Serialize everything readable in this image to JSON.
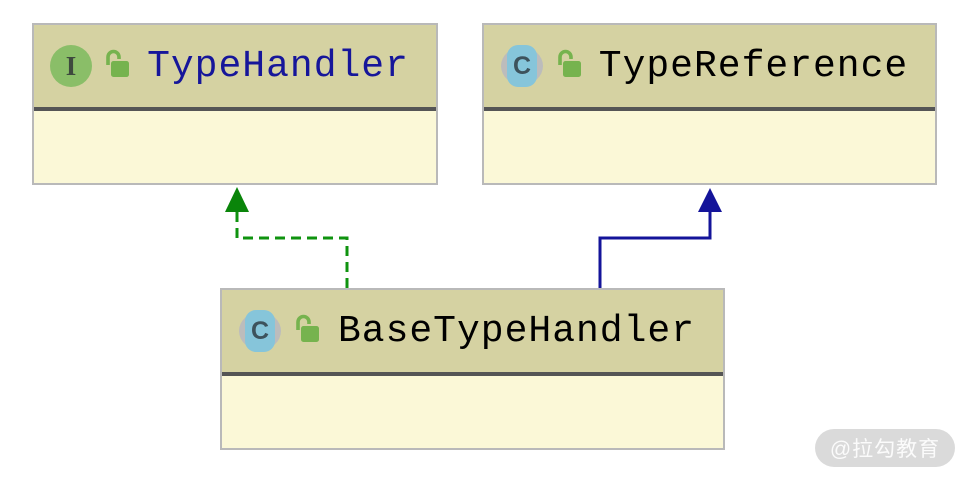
{
  "diagram": {
    "kind": "uml-class-diagram",
    "nodes": [
      {
        "name": "TypeHandler",
        "type": "interface",
        "icon_letter": "I",
        "visibility": "public-unlocked",
        "name_color": "#16169a"
      },
      {
        "name": "TypeReference",
        "type": "class",
        "icon_letter": "C",
        "visibility": "public-unlocked",
        "name_color": "#000000"
      },
      {
        "name": "BaseTypeHandler",
        "type": "class",
        "icon_letter": "C",
        "visibility": "public-unlocked",
        "name_color": "#000000"
      }
    ],
    "edges": [
      {
        "from": "BaseTypeHandler",
        "to": "TypeHandler",
        "relation": "implements",
        "line_style": "dashed",
        "color": "#0f930f"
      },
      {
        "from": "BaseTypeHandler",
        "to": "TypeReference",
        "relation": "extends",
        "line_style": "solid",
        "color": "#14149a"
      }
    ],
    "colors": {
      "node_header_bg": "#d5d2a2",
      "node_body_bg": "#fbf8d7",
      "node_separator": "#555555",
      "node_border": "#b9b9b9",
      "interface_icon_green": "#8abe68",
      "class_icon_blue": "#86c5da",
      "lock_green": "#76b34e",
      "canvas_bg": "#ffffff"
    }
  },
  "watermark": {
    "text": "@拉勾教育"
  }
}
